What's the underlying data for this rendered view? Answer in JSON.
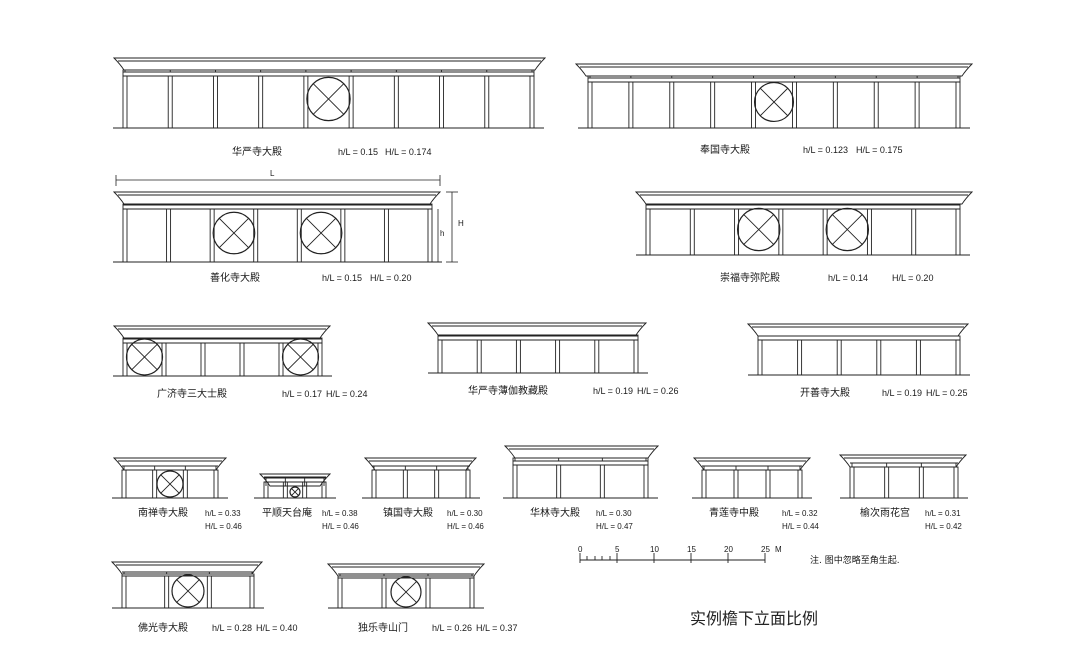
{
  "title": "实例檐下立面比例",
  "note": "注. 图中忽略至角生起.",
  "scale": {
    "ticks": [
      "0",
      "5",
      "10",
      "15",
      "20",
      "25"
    ],
    "unit": "M"
  },
  "dimension_labels": {
    "length": "L",
    "height_total": "H",
    "height_eave": "h"
  },
  "elevations": [
    {
      "name": "华严寺大殿",
      "r1": "h/L = 0.15",
      "r2": "H/L = 0.174"
    },
    {
      "name": "奉国寺大殿",
      "r1": "h/L = 0.123",
      "r2": "H/L = 0.175"
    },
    {
      "name": "善化寺大殿",
      "r1": "h/L = 0.15",
      "r2": "H/L = 0.20"
    },
    {
      "name": "崇福寺弥陀殿",
      "r1": "h/L = 0.14",
      "r2": "H/L = 0.20"
    },
    {
      "name": "广济寺三大士殿",
      "r1": "h/L = 0.17",
      "r2": "H/L = 0.24"
    },
    {
      "name": "华严寺薄伽教藏殿",
      "r1": "h/L = 0.19",
      "r2": "H/L = 0.26"
    },
    {
      "name": "开善寺大殿",
      "r1": "h/L = 0.19",
      "r2": "H/L = 0.25"
    },
    {
      "name": "南禅寺大殿",
      "r1": "h/L = 0.33",
      "r2": "H/L = 0.46"
    },
    {
      "name": "平顺天台庵",
      "r1": "h/L = 0.38",
      "r2": "H/L = 0.46"
    },
    {
      "name": "镇国寺大殿",
      "r1": "h/L = 0.30",
      "r2": "H/L = 0.46"
    },
    {
      "name": "华林寺大殿",
      "r1": "h/L = 0.30",
      "r2": "H/L = 0.47"
    },
    {
      "name": "青莲寺中殿",
      "r1": "h/L = 0.32",
      "r2": "H/L = 0.44"
    },
    {
      "name": "榆次雨花宫",
      "r1": "h/L = 0.31",
      "r2": "H/L = 0.42"
    },
    {
      "name": "佛光寺大殿",
      "r1": "h/L = 0.28",
      "r2": "H/L = 0.40"
    },
    {
      "name": "独乐寺山门",
      "r1": "h/L = 0.26",
      "r2": "H/L = 0.37"
    }
  ]
}
